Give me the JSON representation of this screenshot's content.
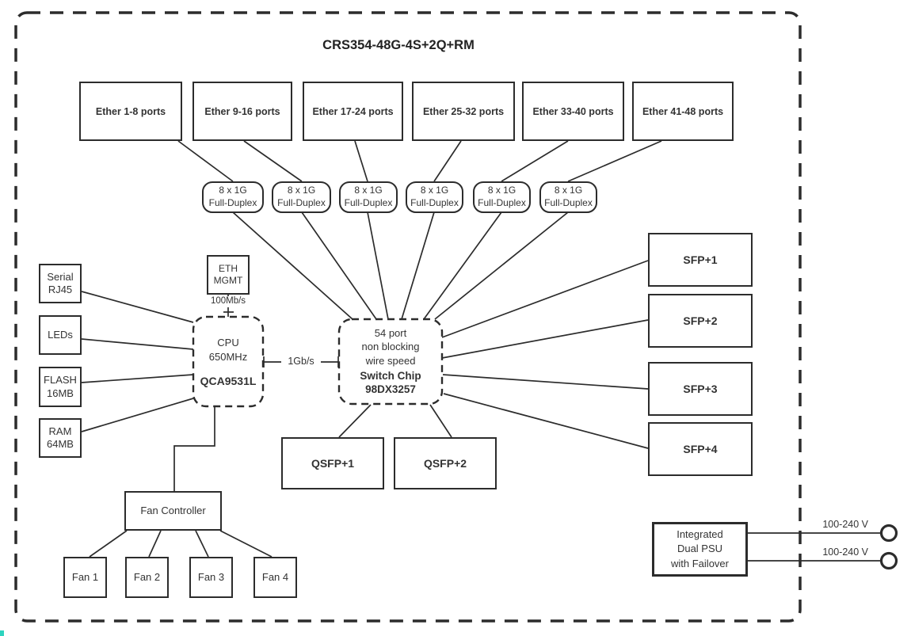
{
  "title": "CRS354-48G-4S+2Q+RM",
  "ether_ports": [
    {
      "label": "Ether 1-8 ports"
    },
    {
      "label": "Ether 9-16 ports"
    },
    {
      "label": "Ether 17-24 ports"
    },
    {
      "label": "Ether 25-32 ports"
    },
    {
      "label": "Ether 33-40 ports"
    },
    {
      "label": "Ether 41-48 ports"
    }
  ],
  "phy_groups": [
    {
      "label": "8 x 1G\nFull-Duplex"
    },
    {
      "label": "8 x 1G\nFull-Duplex"
    },
    {
      "label": "8 x 1G\nFull-Duplex"
    },
    {
      "label": "8 x 1G\nFull-Duplex"
    },
    {
      "label": "8 x 1G\nFull-Duplex"
    },
    {
      "label": "8 x 1G\nFull-Duplex"
    }
  ],
  "left_modules": [
    {
      "label": "Serial\nRJ45"
    },
    {
      "label": "LEDs"
    },
    {
      "label": "FLASH\n16MB"
    },
    {
      "label": "RAM\n64MB"
    }
  ],
  "eth_mgmt": {
    "label": "ETH\nMGMT",
    "link_speed": "100Mb/s"
  },
  "cpu": {
    "desc": "CPU\n650MHz",
    "chip": "QCA9531L"
  },
  "cpu_switch_link": {
    "label": "1Gb/s"
  },
  "switch_chip": {
    "desc": "54 port\nnon blocking\nwire speed",
    "chip": "Switch Chip\n98DX3257"
  },
  "sfp_ports": [
    {
      "label": "SFP+1"
    },
    {
      "label": "SFP+2"
    },
    {
      "label": "SFP+3"
    },
    {
      "label": "SFP+4"
    }
  ],
  "qsfp_ports": [
    {
      "label": "QSFP+1"
    },
    {
      "label": "QSFP+2"
    }
  ],
  "fan_controller": {
    "label": "Fan Controller"
  },
  "fans": [
    {
      "label": "Fan 1"
    },
    {
      "label": "Fan 2"
    },
    {
      "label": "Fan 3"
    },
    {
      "label": "Fan 4"
    }
  ],
  "psu": {
    "label": "Integrated\nDual PSU\nwith Failover",
    "inputs": [
      {
        "label": "100-240 V"
      },
      {
        "label": "100-240 V"
      }
    ]
  },
  "colors": {
    "line": "#2c2c2c",
    "text": "#333333",
    "background": "#ffffff",
    "artifact": "#2dd4bf"
  }
}
